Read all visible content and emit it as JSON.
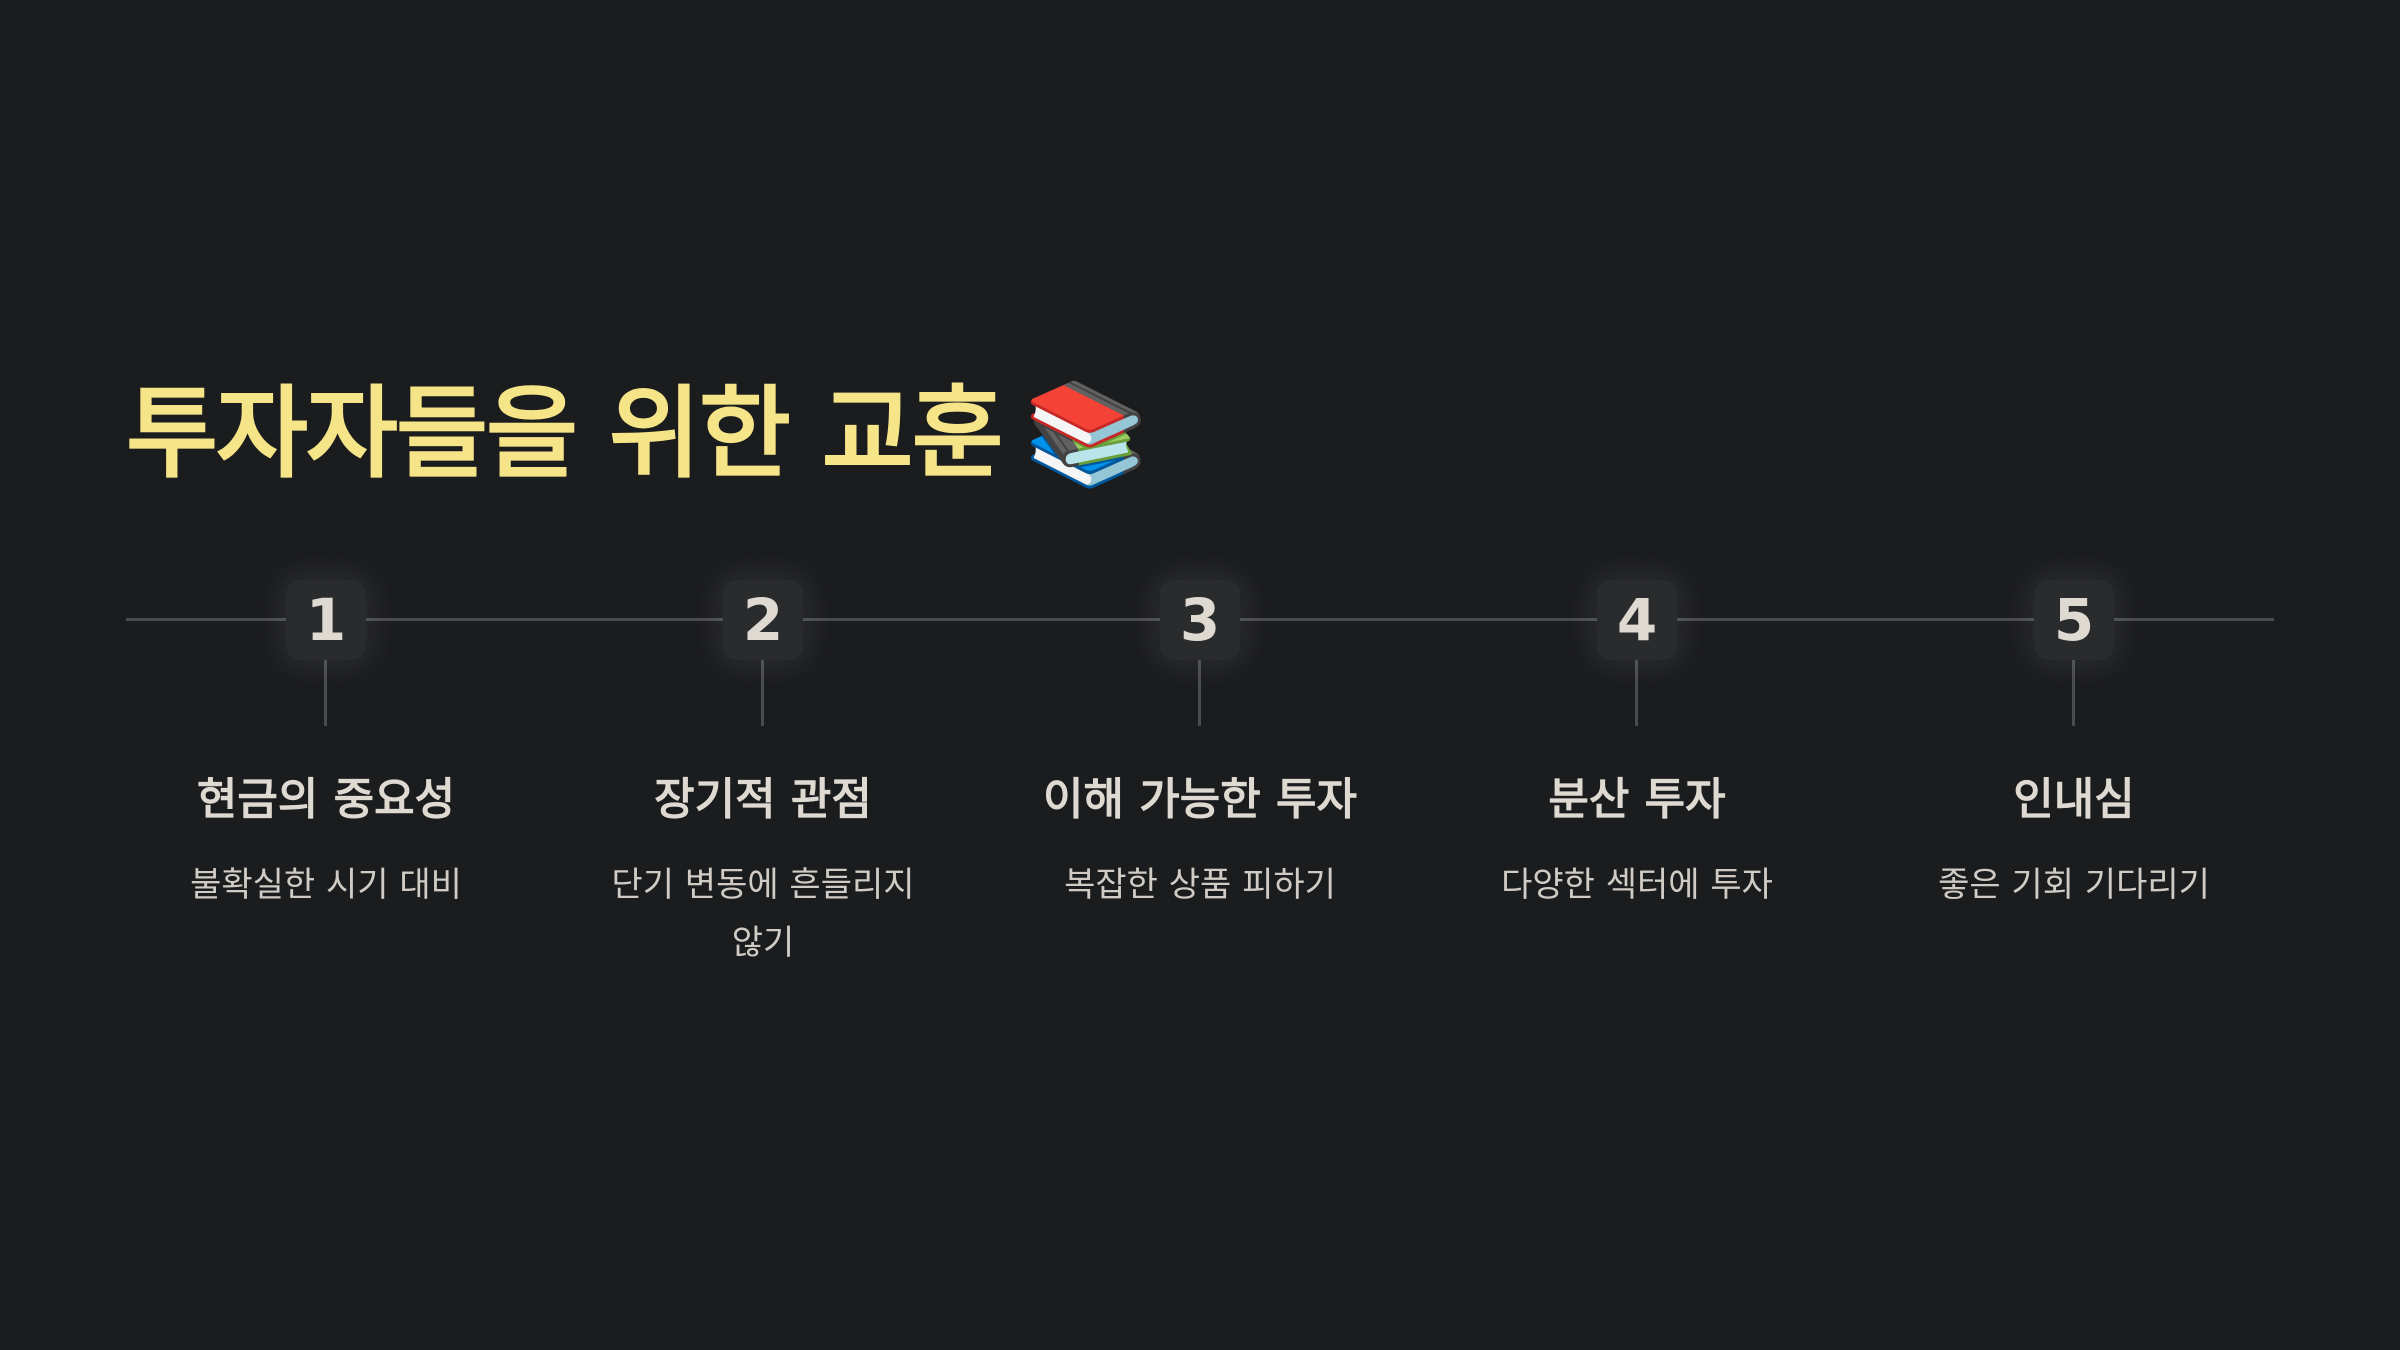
{
  "title": {
    "text": "투자자들을 위한 교훈",
    "emoji": "📚"
  },
  "steps": [
    {
      "number": "1",
      "title": "현금의 중요성",
      "description": "불확실한 시기 대비"
    },
    {
      "number": "2",
      "title": "장기적 관점",
      "description": "단기 변동에 흔들리지 않기"
    },
    {
      "number": "3",
      "title": "이해 가능한 투자",
      "description": "복잡한 상품 피하기"
    },
    {
      "number": "4",
      "title": "분산 투자",
      "description": "다양한 섹터에 투자"
    },
    {
      "number": "5",
      "title": "인내심",
      "description": "좋은 기회 기다리기"
    }
  ],
  "colors": {
    "background": "#1b1c1e",
    "title": "#f6e488",
    "text": "#dedad2",
    "line": "#4a4b4d"
  }
}
